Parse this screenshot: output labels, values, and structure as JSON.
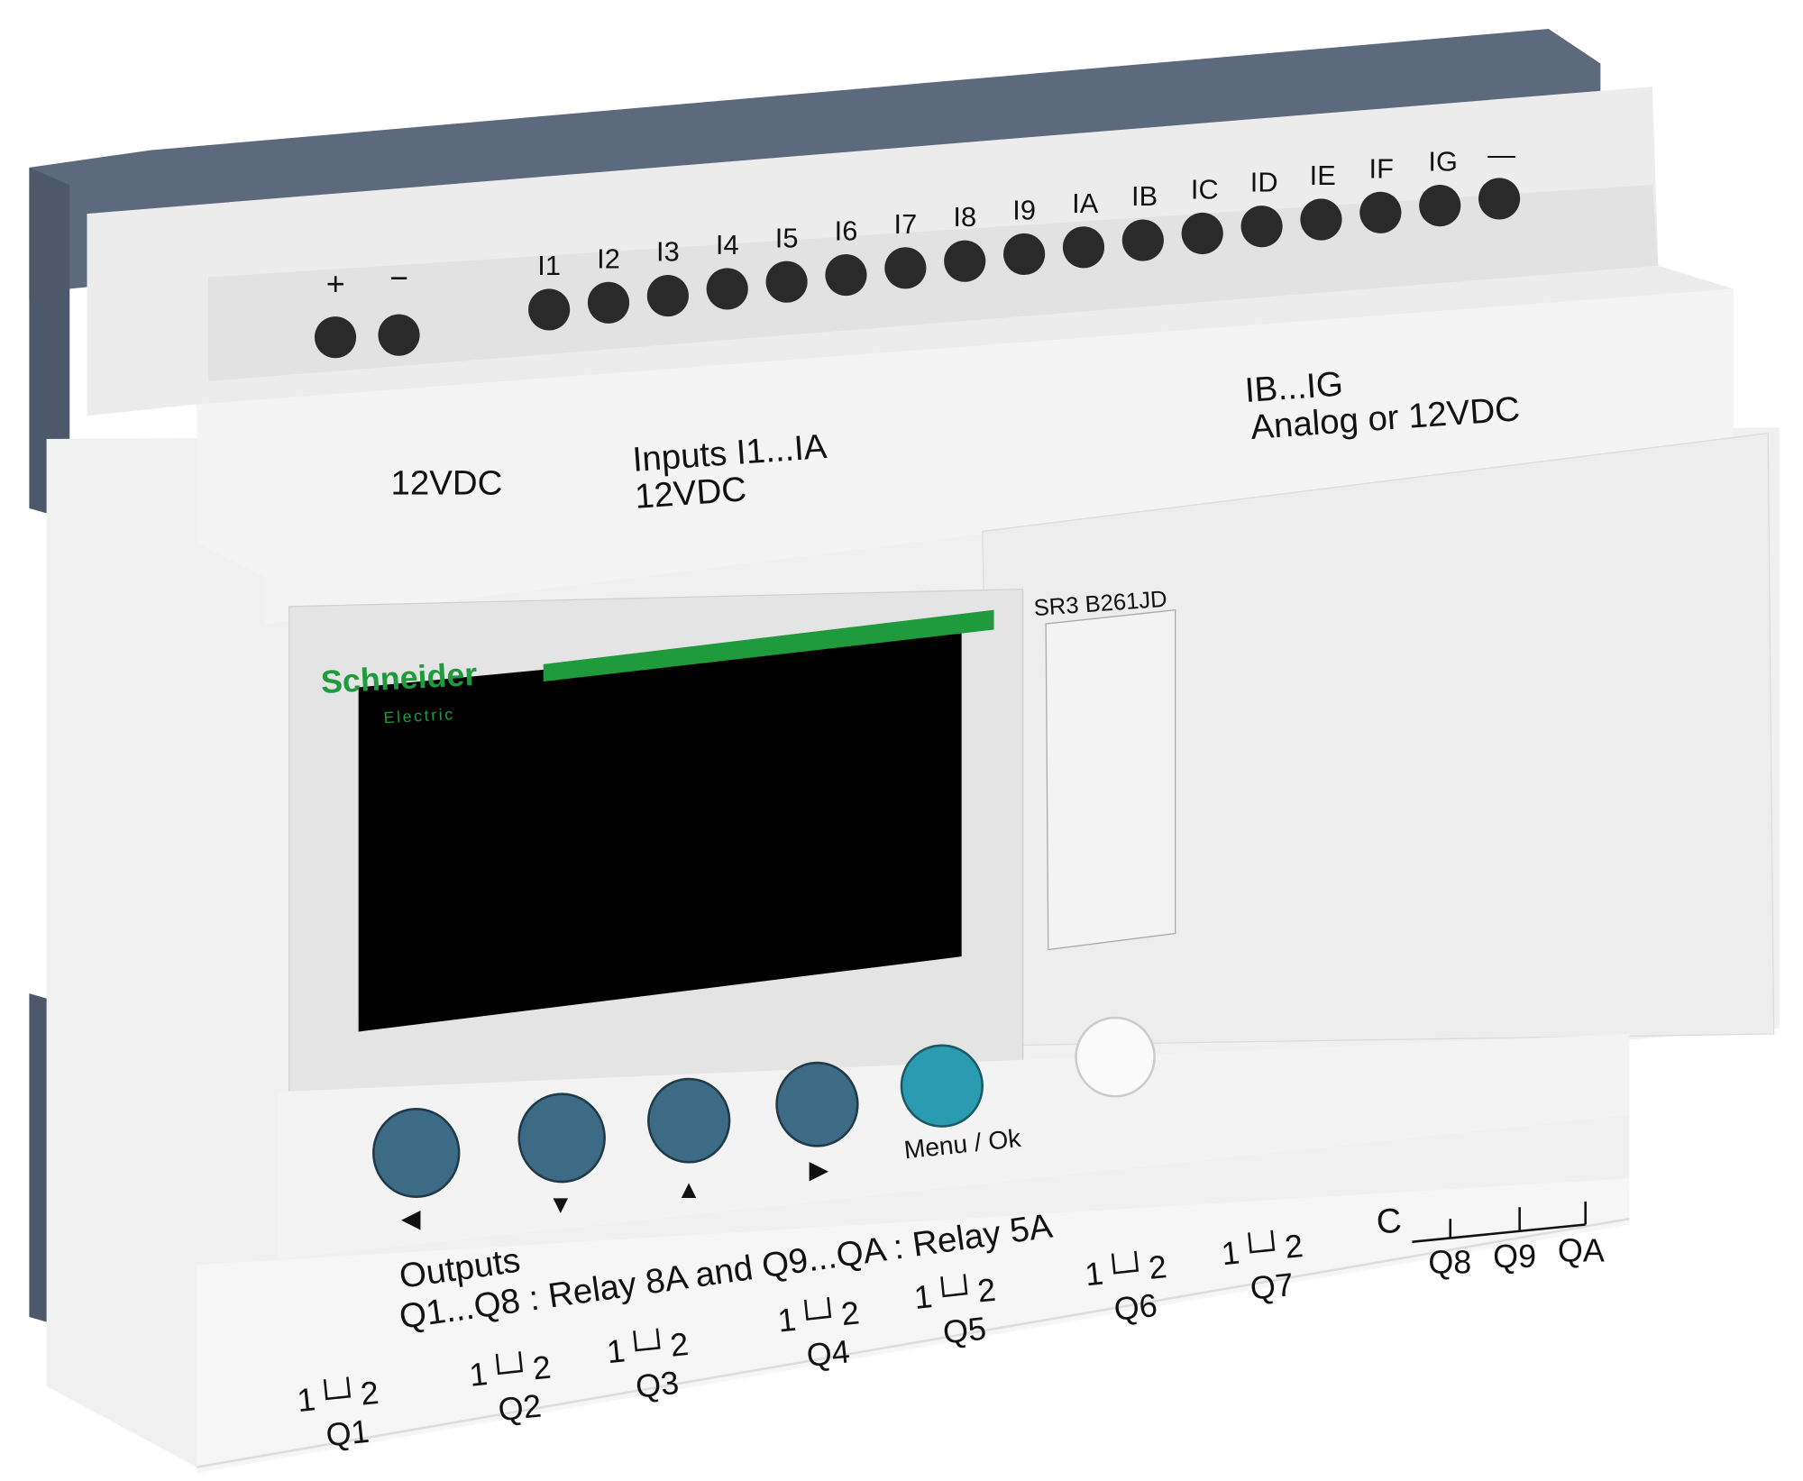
{
  "brand": {
    "name": "Schneider",
    "sub": "Electric",
    "color": "#1f9a3c"
  },
  "model": "SR3 B261JD",
  "power": {
    "plus": "+",
    "minus": "−",
    "label": "12VDC"
  },
  "inputs": {
    "terminals": [
      "I1",
      "I2",
      "I3",
      "I4",
      "I5",
      "I6",
      "I7",
      "I8",
      "I9",
      "IA",
      "IB",
      "IC",
      "ID",
      "IE",
      "IF",
      "IG",
      "—"
    ],
    "label_line1": "Inputs I1...IA",
    "label_line2": "12VDC",
    "analog_line1": "IB...IG",
    "analog_line2": "Analog or 12VDC"
  },
  "keypad": {
    "left": "◀",
    "down": "▼",
    "up": "▲",
    "right": "▶",
    "menu_label": "Menu / Ok",
    "button_color": "#3d6a85",
    "menu_color": "#2a9bb0"
  },
  "outputs": {
    "title": "Outputs",
    "description": "Q1...Q8 : Relay 8A and Q9...QA : Relay 5A",
    "relays": [
      {
        "contact": "1└┘2",
        "name": "Q1"
      },
      {
        "contact": "1└┘2",
        "name": "Q2"
      },
      {
        "contact": "1└┘2",
        "name": "Q3"
      },
      {
        "contact": "1└┘2",
        "name": "Q4"
      },
      {
        "contact": "1└┘2",
        "name": "Q5"
      },
      {
        "contact": "1└┘2",
        "name": "Q6"
      },
      {
        "contact": "1└┘2",
        "name": "Q7"
      }
    ],
    "common": {
      "label": "C",
      "names": [
        "Q8",
        "Q9",
        "QA"
      ]
    }
  }
}
